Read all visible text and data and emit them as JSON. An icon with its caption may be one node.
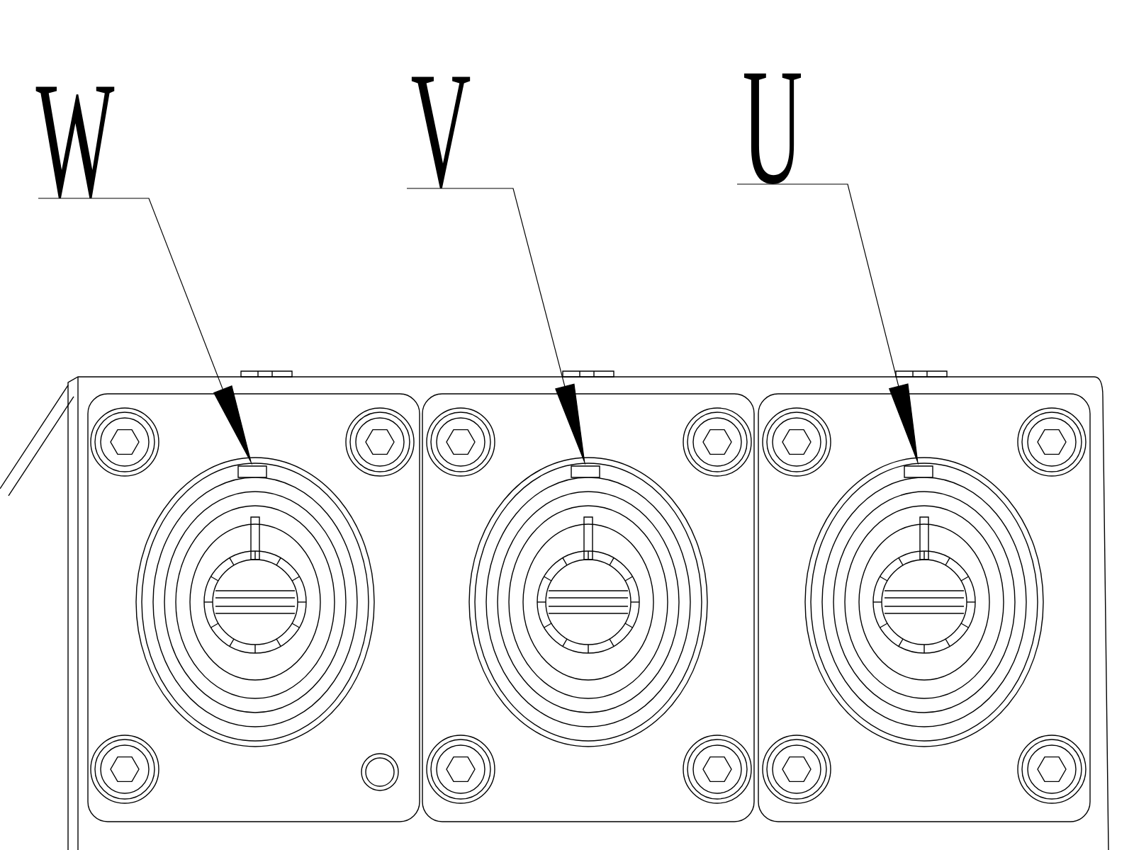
{
  "diagram": {
    "nodes": [
      {
        "text": [
          "W"
        ]
      },
      {
        "text": [
          "V"
        ]
      },
      {
        "text": [
          "U"
        ]
      },
      {
        "text": [],
        "shape": "box"
      },
      {
        "text": [],
        "shape": "box"
      },
      {
        "text": [],
        "shape": "box"
      }
    ],
    "edges": [
      {
        "from": 0,
        "to": 3,
        "arrow": "to"
      },
      {
        "from": 1,
        "to": 4,
        "arrow": "to"
      },
      {
        "from": 2,
        "to": 5,
        "arrow": "to"
      }
    ]
  }
}
